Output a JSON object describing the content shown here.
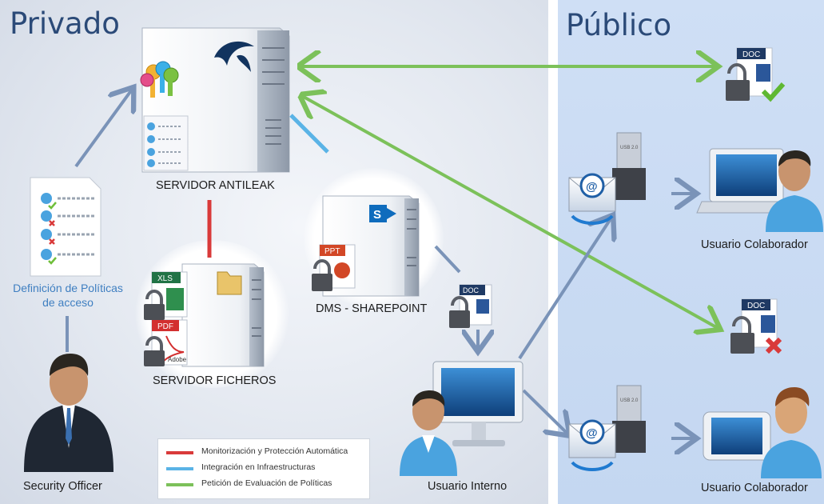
{
  "zones": {
    "private_title": "Privado",
    "public_title": "Público"
  },
  "nodes": {
    "server_antileak": "SERVIDOR ANTILEAK",
    "server_files": "SERVIDOR FICHEROS",
    "dms_sharepoint": "DMS - SHAREPOINT",
    "policy_definition_line1": "Definición de Políticas",
    "policy_definition_line2": "de acceso",
    "security_officer": "Security Officer",
    "internal_user": "Usuario Interno",
    "collaborator_1": "Usuario Colaborador",
    "collaborator_2": "Usuario Colaborador"
  },
  "file_badges": {
    "xls": "XLS",
    "pdf": "PDF",
    "adobe": "Adobe",
    "ppt": "PPT",
    "doc_internal": "DOC",
    "doc_allowed": "DOC",
    "doc_denied": "DOC",
    "usb_1": "USB 2.0",
    "usb_2": "USB 2.0"
  },
  "legend": [
    {
      "label": "Monitorización y Protección Automática",
      "color": "#d93a3a"
    },
    {
      "label": "Integración en Infraestructuras",
      "color": "#5ab3e6"
    },
    {
      "label": "Petición de Evaluación de Políticas",
      "color": "#7cc15a"
    }
  ],
  "colors": {
    "flow_arrow": "#7a93b8",
    "heading": "#2b4a78",
    "policy_text": "#3f7fc1"
  }
}
